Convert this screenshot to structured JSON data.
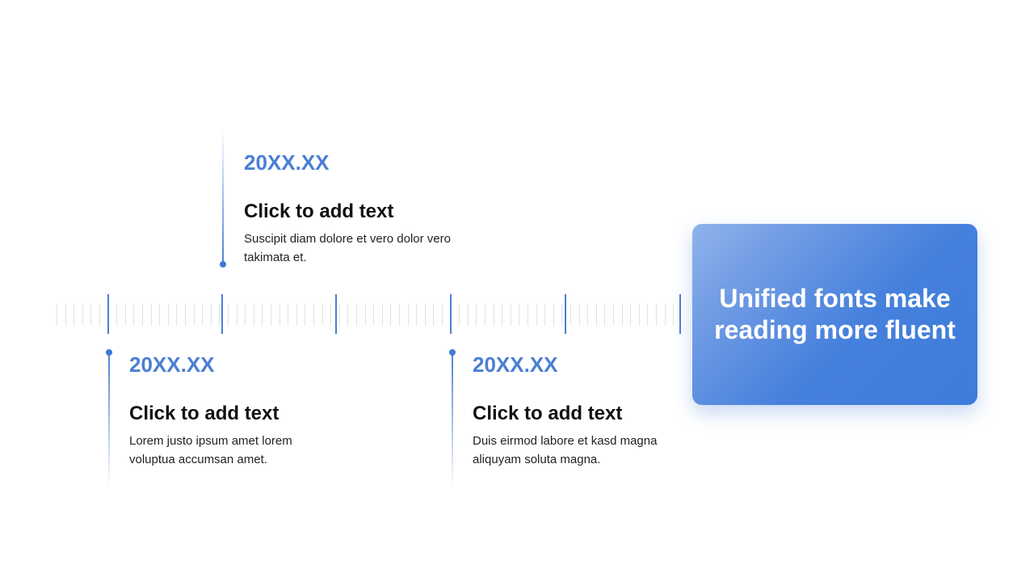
{
  "milestones": [
    {
      "date": "20XX.XX",
      "title": "Click to add text",
      "description": "Suscipit diam dolore et vero dolor vero takimata et."
    },
    {
      "date": "20XX.XX",
      "title": "Click to add text",
      "description": "Lorem justo ipsum amet lorem voluptua accumsan amet."
    },
    {
      "date": "20XX.XX",
      "title": "Click to add text",
      "description": "Duis eirmod labore et kasd magna aliquyam soluta magna."
    }
  ],
  "callout": {
    "text": "Unified fonts make reading more fluent"
  },
  "colors": {
    "accent": "#4a7fd4",
    "card_gradient_start": "#8fb3ec",
    "card_gradient_end": "#3e7bdb",
    "tick": "#e2e2e2"
  }
}
